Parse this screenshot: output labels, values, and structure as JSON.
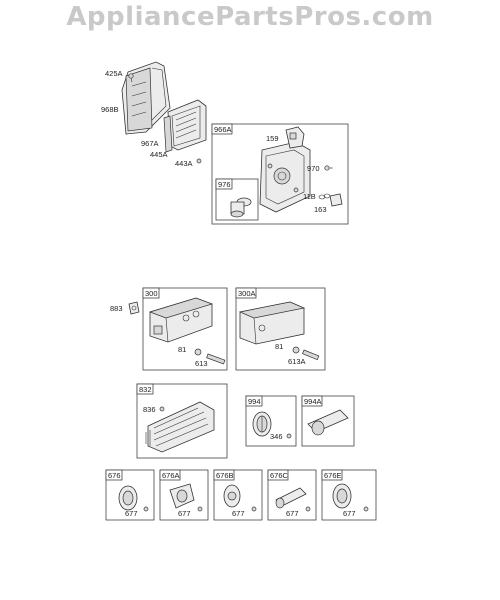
{
  "watermark": "AppliancePartsPros.com",
  "labels": {
    "l425a": "425A",
    "l968b": "968B",
    "l967a": "967A",
    "l445a": "445A",
    "l443a": "443A",
    "l966a": "966A",
    "l159": "159",
    "l970": "970",
    "l976": "976",
    "l11b": "11B",
    "l163": "163",
    "l883": "883",
    "l300": "300",
    "l81a": "81",
    "l613": "613",
    "l300a": "300A",
    "l81b": "81",
    "l613a": "613A",
    "l832": "832",
    "l836": "836",
    "l994": "994",
    "l346": "346",
    "l994a": "994A",
    "l676": "676",
    "l677a": "677",
    "l676a": "676A",
    "l677b": "677",
    "l676b": "676B",
    "l677c": "677",
    "l676c": "676C",
    "l677d": "677",
    "l676e": "676E",
    "l677e": "677"
  }
}
